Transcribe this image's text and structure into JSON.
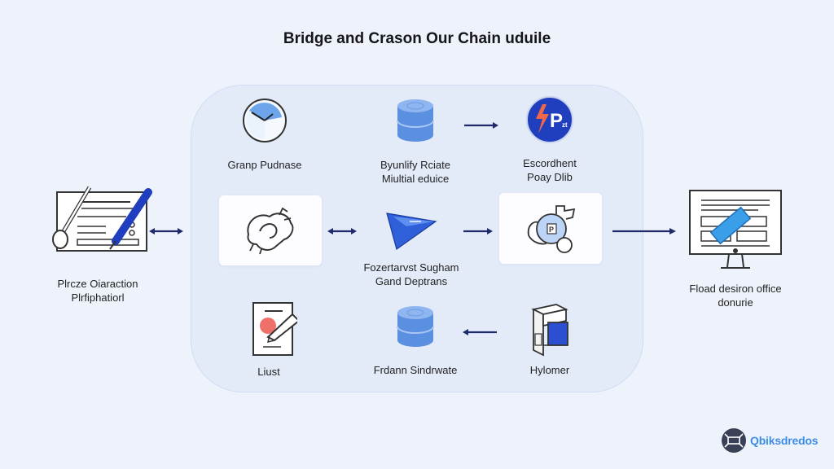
{
  "title": "Bridge and Crason Our Chain uduile",
  "nodes": {
    "left": {
      "label_line1": "Plrcze Oiaraction",
      "label_line2": "Plrfiphatiorl",
      "icon": "document-pen-icon"
    },
    "grand_purchase": {
      "label": "Granp Pudnase",
      "icon": "clock-gauge-icon"
    },
    "synthify": {
      "label_line1": "Byunlify Rciate",
      "label_line2": "Miultial eduice",
      "icon": "database-icon"
    },
    "escordhent": {
      "label_line1": "Escordhent",
      "label_line2": "Poay Dlib",
      "icon": "p-badge-icon"
    },
    "handshake": {
      "icon": "handshake-icon"
    },
    "fozertarvst": {
      "label_line1": "Fozertarvst Sugham",
      "label_line2": "Gand Deptrans",
      "icon": "send-triangle-icon"
    },
    "coin_hand": {
      "icon": "coin-hand-icon"
    },
    "list": {
      "label": "Liust",
      "icon": "checklist-icon"
    },
    "fordann": {
      "label": "Frdann Sindrwate",
      "icon": "database-icon"
    },
    "hylomer": {
      "label": "Hylomer",
      "icon": "server-tower-icon"
    },
    "right": {
      "label_line1": "Fload desiron office",
      "label_line2": "donurie",
      "icon": "monitor-form-icon"
    }
  },
  "arrows": [
    {
      "from": "left",
      "to": "handshake",
      "type": "bidirectional"
    },
    {
      "from": "synthify",
      "to": "escordhent",
      "type": "forward"
    },
    {
      "from": "handshake",
      "to": "fozertarvst",
      "type": "bidirectional"
    },
    {
      "from": "fozertarvst",
      "to": "coin_hand",
      "type": "forward"
    },
    {
      "from": "coin_hand",
      "to": "right",
      "type": "forward"
    },
    {
      "from": "hylomer",
      "to": "fordann",
      "type": "forward"
    }
  ],
  "logo": {
    "text": "Qbiksdredos",
    "icon": "logo-badge-icon"
  },
  "colors": {
    "background": "#eef3fb",
    "panel": "#e3ebf9",
    "arrow": "#1f2a6b",
    "accent_blue": "#2f5fd9",
    "light_blue": "#6ea4ea",
    "logo_text": "#3d8ce6"
  }
}
